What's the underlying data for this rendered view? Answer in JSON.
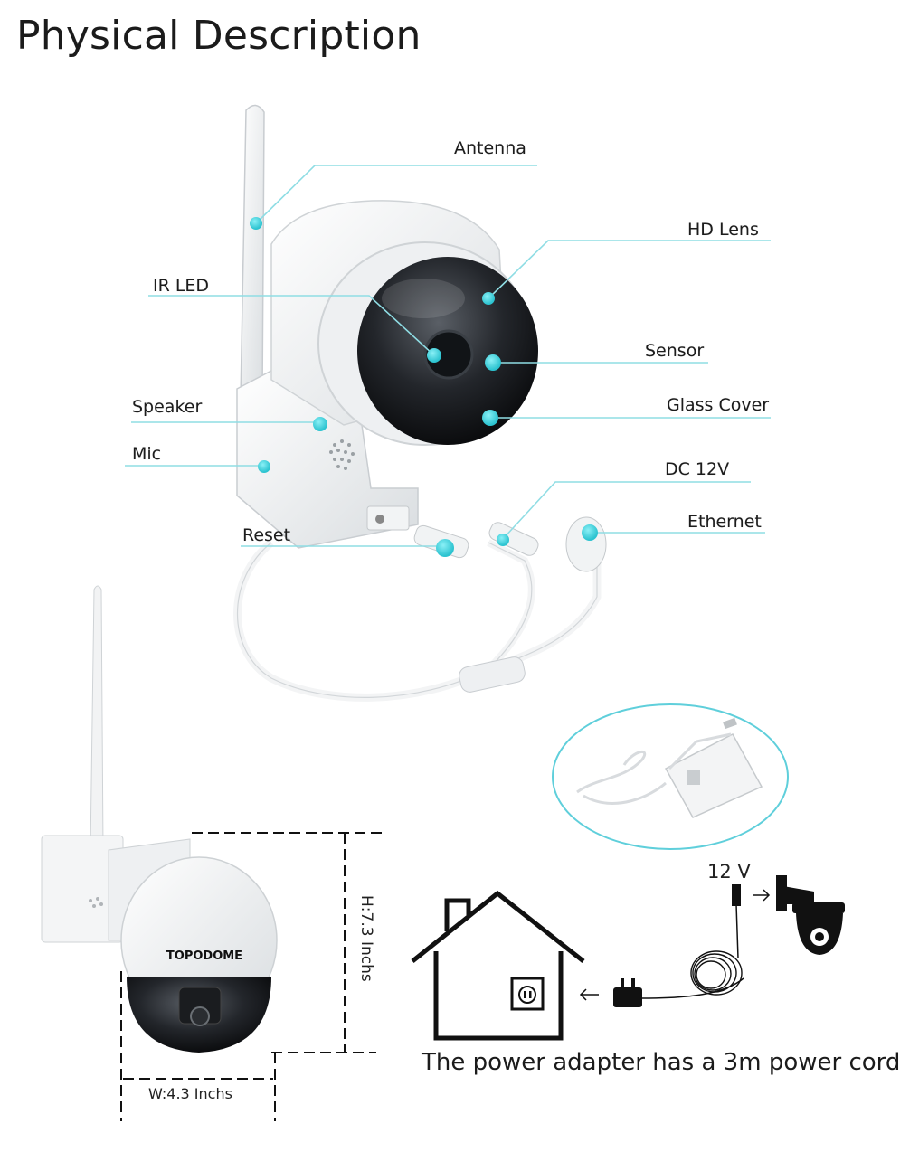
{
  "title": "Physical Description",
  "callouts": {
    "antenna": "Antenna",
    "hd_lens": "HD Lens",
    "ir_led": "IR LED",
    "sensor": "Sensor",
    "speaker": "Speaker",
    "glass_cover": "Glass Cover",
    "mic": "Mic",
    "dc12v": "DC 12V",
    "ethernet": "Ethernet",
    "reset": "Reset"
  },
  "brand": "TOPODOME",
  "dimensions": {
    "height": "H:7.3  Inchs",
    "width": "W:4.3  Inchs"
  },
  "power": {
    "voltage": "12 V",
    "caption": "The power adapter has a 3m power cord"
  },
  "colors": {
    "accent": "#4fd0dc",
    "line": "#8fdde4",
    "ink": "#1c1c1c"
  }
}
